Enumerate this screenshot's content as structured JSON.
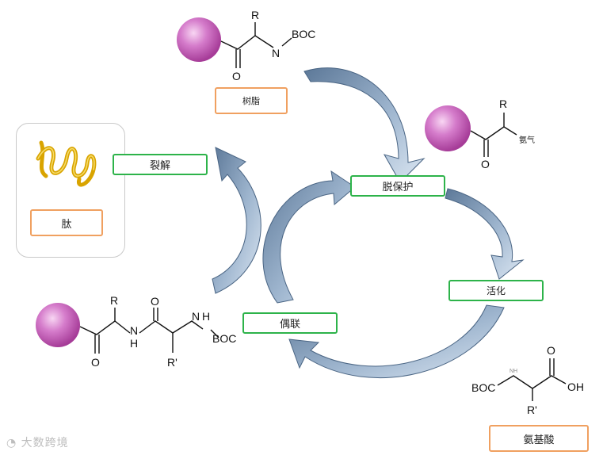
{
  "labels": {
    "resin": "树脂",
    "deprotection": "脱保护",
    "activation": "活化",
    "coupling": "偶联",
    "cleavage": "裂解",
    "peptide": "肽",
    "amino_acid": "氨基酸",
    "amino_gas": "氨气"
  },
  "chem": {
    "R": "R",
    "R_prime": "R'",
    "O": "O",
    "N": "N",
    "H": "H",
    "NH": "NH",
    "BOC": "BOC",
    "OH": "OH",
    "NH_small": "NH"
  },
  "watermark": "大数跨境",
  "colors": {
    "step_border": "#2db34a",
    "note_border": "#f0a060",
    "arrow_fill": "#7f9ab8",
    "arrow_stroke": "#4a6584",
    "bead": "#c659b8",
    "peptide_chain": "#d9a400"
  }
}
